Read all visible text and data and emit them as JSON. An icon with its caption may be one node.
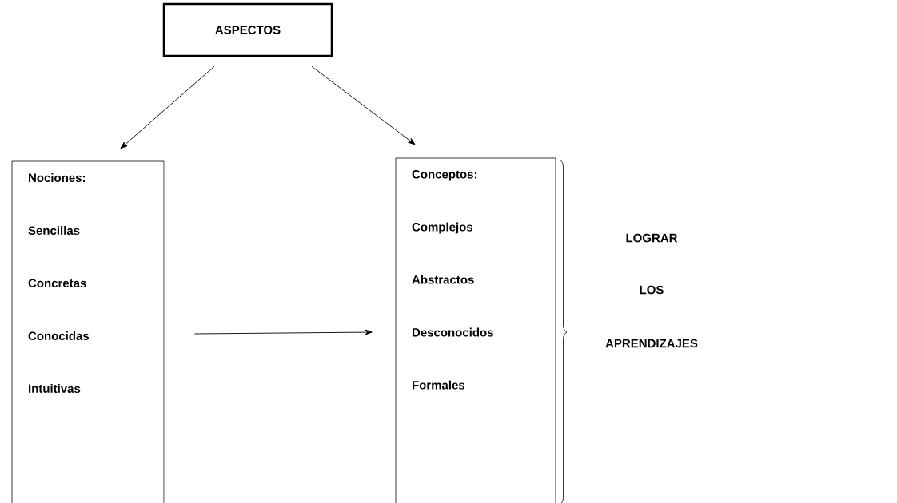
{
  "diagram": {
    "nodes": [
      {
        "text": [
          "ASPECTOS"
        ]
      },
      {
        "text": [
          "Nociones:",
          "Sencillas",
          "Concretas",
          "Conocidas",
          "Intuitivas"
        ]
      },
      {
        "text": [
          "Conceptos:",
          "Complejos",
          "Abstractos",
          "Desconocidos",
          "Formales"
        ]
      }
    ],
    "edges": [
      {
        "from": 0,
        "to": 1,
        "arrow": "to"
      },
      {
        "from": 0,
        "to": 2,
        "arrow": "to"
      },
      {
        "from": 1,
        "to": 2,
        "arrow": "to"
      }
    ],
    "labels": [
      "LOGRAR",
      "LOS",
      "APRENDIZAJES"
    ]
  }
}
